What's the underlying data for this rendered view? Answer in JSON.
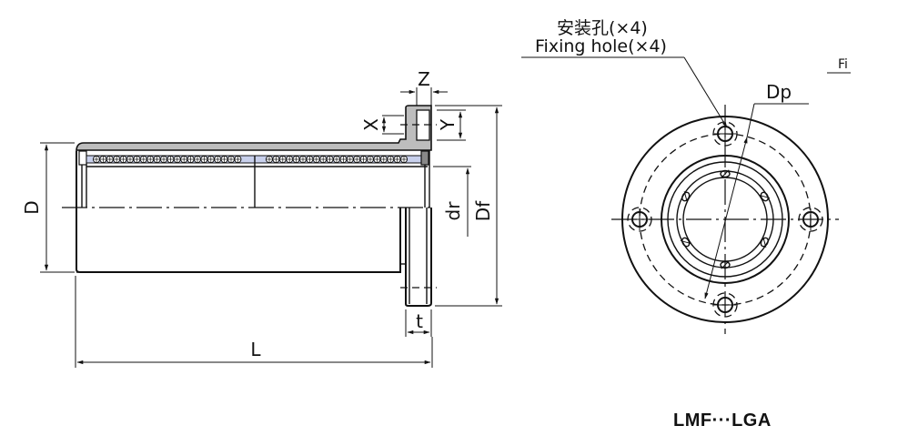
{
  "drawing": {
    "model_title": "LMF···LGA",
    "callout_cn": "安装孔(×4)",
    "callout_en": "Fixing hole(×4)",
    "corner_mark": "Fi",
    "colors": {
      "housing": "#bdbdbd",
      "retainer": "#c8d0ec",
      "line": "#111111"
    },
    "dimensions": {
      "Z": "Z",
      "X": "X",
      "Y": "Y",
      "D": "D",
      "dr": "dr",
      "Df": "Df",
      "t": "t",
      "L": "L",
      "Dp": "Dp"
    }
  }
}
